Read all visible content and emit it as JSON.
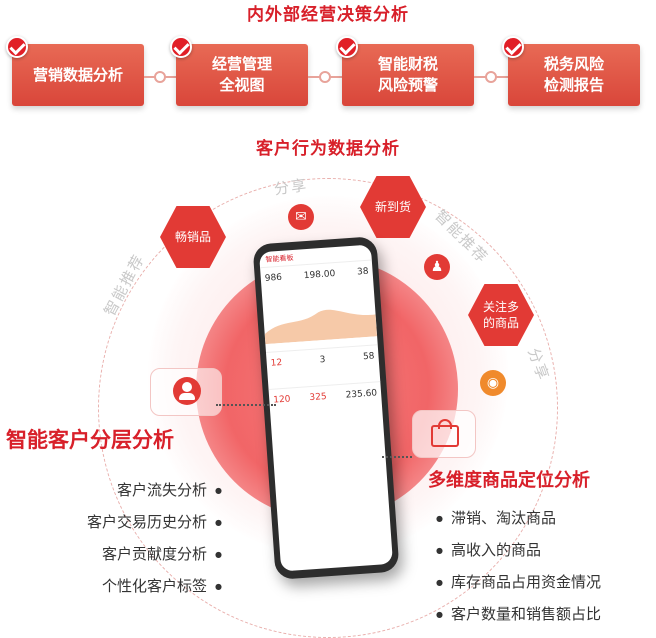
{
  "header": {
    "title": "内外部经营决策分析"
  },
  "cards": [
    {
      "label": "营销数据分析"
    },
    {
      "label": "经营管理\n全视图"
    },
    {
      "label": "智能财税\n风险预警"
    },
    {
      "label": "税务风险\n检测报告"
    }
  ],
  "section2": {
    "title": "客户行为数据分析"
  },
  "orbit": {
    "share_top": "分享",
    "recommend_left": "智能推荐",
    "recommend_right": "智能推荐",
    "share_right": "分享"
  },
  "hex_tags": [
    {
      "label": "畅销品"
    },
    {
      "label": "新到货"
    },
    {
      "label": "关注多\n的商品"
    }
  ],
  "phone": {
    "header": "智能看板",
    "stat_1": "986",
    "stat_2": "198.00",
    "stat_3": "38",
    "stat_4": "12",
    "stat_5": "3",
    "stat_6": "58",
    "stat_7": "120",
    "stat_8": "325",
    "stat_9": "235.60"
  },
  "left_panel": {
    "title": "智能客户分层分析",
    "items": [
      "客户流失分析",
      "客户交易历史分析",
      "客户贡献度分析",
      "个性化客户标签"
    ]
  },
  "right_panel": {
    "title": "多维度商品定位分析",
    "items": [
      "滞销、淘汰商品",
      "高收入的商品",
      "库存商品占用资金情况",
      "客户数量和销售额占比"
    ]
  },
  "colors": {
    "accent": "#d8202a",
    "card": "#e0533f",
    "band": "#efefef"
  }
}
